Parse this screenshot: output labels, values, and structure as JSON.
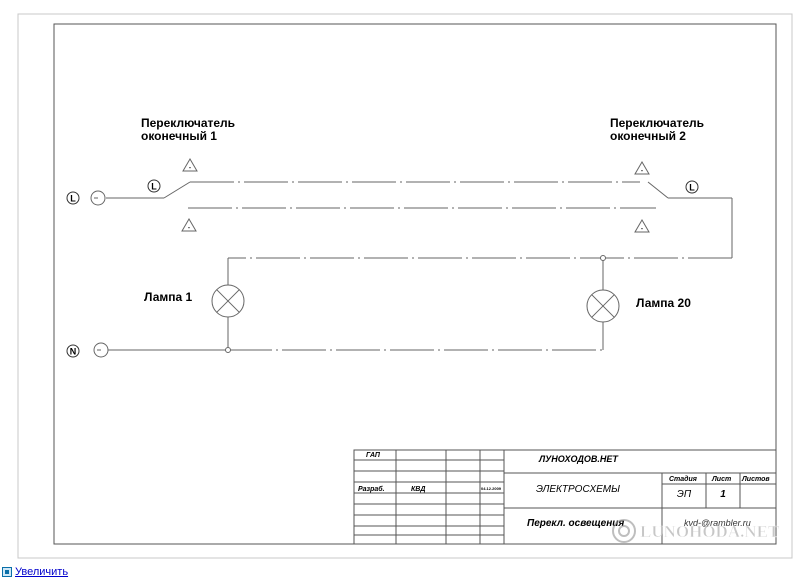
{
  "diagram": {
    "labels": {
      "switch1": [
        "Переключатель",
        "оконечный 1"
      ],
      "switch2": [
        "Переключатель",
        "оконечный 2"
      ],
      "lamp1": "Лампа 1",
      "lamp2": "Лампа 20"
    },
    "terminals": {
      "phase_left": "L",
      "phase_sw1": "L",
      "phase_sw2": "L",
      "neutral": "N"
    },
    "contact_mark": "-"
  },
  "title_block": {
    "gap": "ГАП",
    "razrab": "Разраб.",
    "author": "КВД",
    "date": "04.12.2009",
    "org": "ЛУНОХОДОВ.НЕТ",
    "section": "ЭЛЕКТРОСХЕМЫ",
    "drawing_name": "Перекл. освещения",
    "stage_header": "Стадия",
    "sheet_header": "Лист",
    "sheets_header": "Листов",
    "stage": "ЭП",
    "sheet": "1",
    "email": "kvd-@rambler.ru"
  },
  "watermark": "LUNOHODA.NET",
  "footer": {
    "zoom_link": "Увеличить"
  }
}
